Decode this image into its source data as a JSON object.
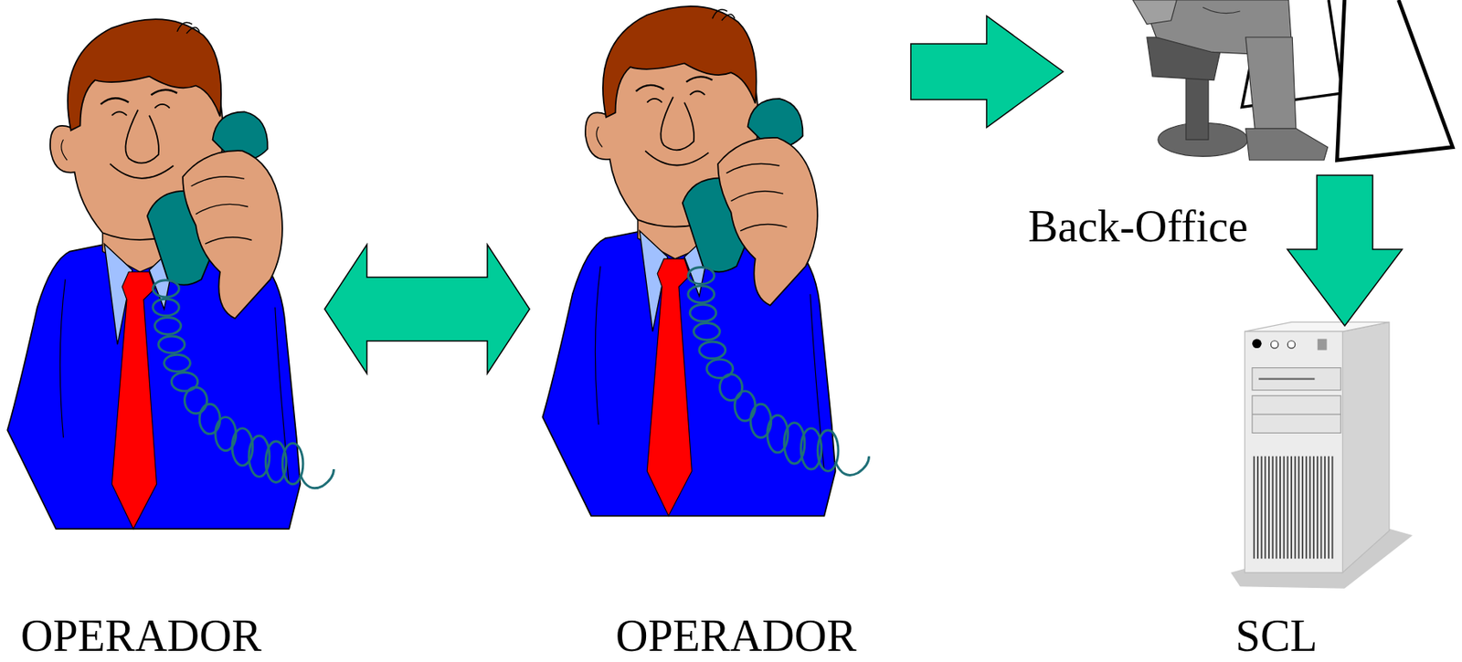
{
  "diagram": {
    "nodes": [
      {
        "text": [
          "OPERADOR"
        ]
      },
      {
        "text": [
          "OPERADOR"
        ]
      },
      {
        "text": [
          "Back-Office"
        ]
      },
      {
        "text": [
          "SCL"
        ]
      }
    ],
    "edges": [
      {
        "from": 0,
        "to": 1,
        "arrow": "both"
      },
      {
        "from": 1,
        "to": 2,
        "arrow": "to"
      },
      {
        "from": 2,
        "to": 3,
        "arrow": "to"
      }
    ]
  }
}
